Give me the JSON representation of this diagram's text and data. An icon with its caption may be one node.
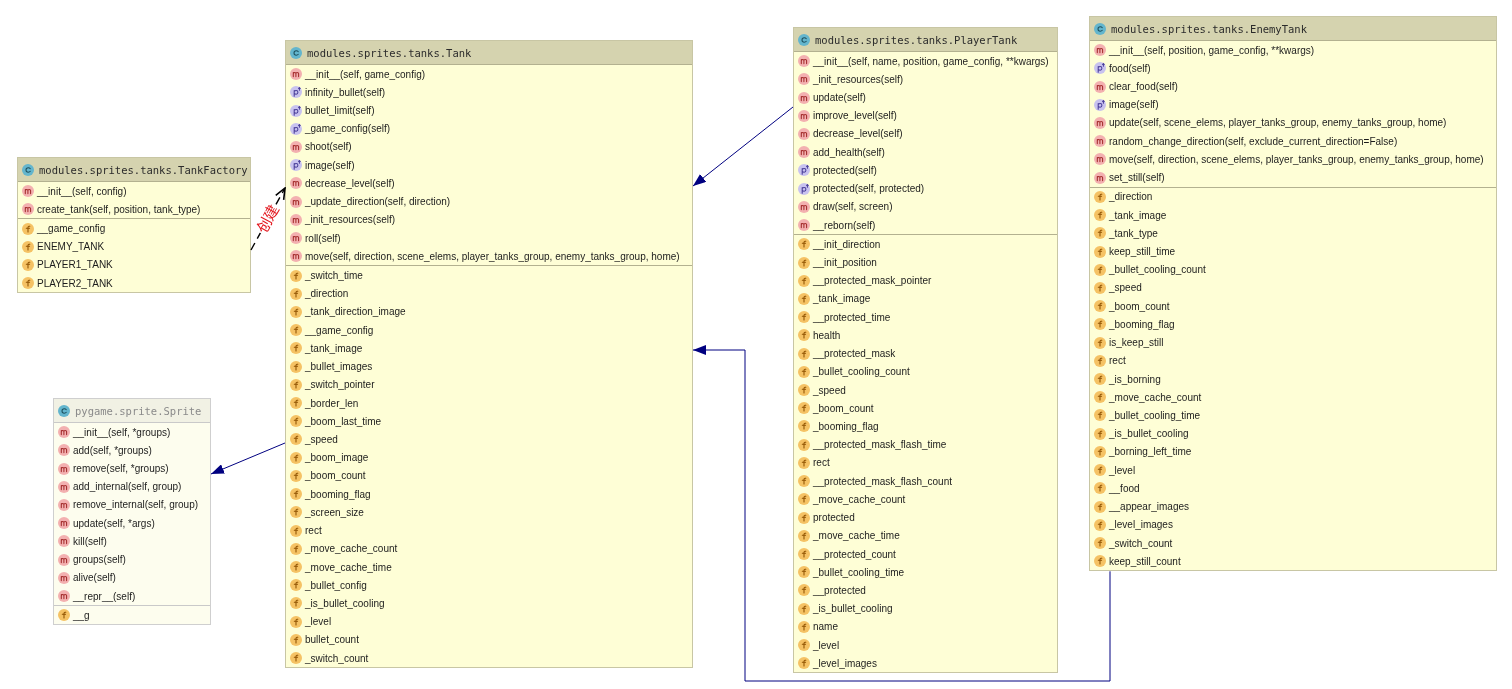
{
  "diagram": {
    "nodes": [
      {
        "text": [
          "modules.sprites.tanks.TankFactory"
        ]
      },
      {
        "text": [
          "__init__(self, config)",
          "create_tank(self, position, tank_type)"
        ],
        "in": 0
      },
      {
        "text": [
          "__game_config",
          "ENEMY_TANK",
          "PLAYER1_TANK",
          "PLAYER2_TANK"
        ],
        "in": 0
      },
      {
        "text": [
          "modules.sprites.tanks.Tank"
        ]
      },
      {
        "text": [
          "__init__(self, game_config)",
          "infinity_bullet(self)",
          "bullet_limit(self)",
          "_game_config(self)",
          "shoot(self)",
          "image(self)",
          "decrease_level(self)",
          "_update_direction(self, direction)",
          "_init_resources(self)",
          "roll(self)",
          "move(self, direction, scene_elems, player_tanks_group, enemy_tanks_group, home)"
        ],
        "in": 3
      },
      {
        "text": [
          "_switch_time",
          "_direction",
          "_tank_direction_image",
          "__game_config",
          "_tank_image",
          "_bullet_images",
          "_switch_pointer",
          "_border_len",
          "_boom_last_time",
          "_speed",
          "_boom_image",
          "_boom_count",
          "_booming_flag",
          "_screen_size",
          "rect",
          "_move_cache_count",
          "_move_cache_time",
          "_bullet_config",
          "_is_bullet_cooling",
          "_level",
          "bullet_count",
          "_switch_count"
        ],
        "in": 3
      },
      {
        "text": [
          "modules.sprites.tanks.PlayerTank"
        ]
      },
      {
        "text": [
          "__init__(self, name, position, game_config, **kwargs)",
          "_init_resources(self)",
          "update(self)",
          "improve_level(self)",
          "decrease_level(self)",
          "add_health(self)",
          "protected(self)",
          "protected(self, protected)",
          "draw(self, screen)",
          "__reborn(self)"
        ],
        "in": 6
      },
      {
        "text": [
          "__init_direction",
          "__init_position",
          "__protected_mask_pointer",
          "_tank_image",
          "__protected_time",
          "health",
          "__protected_mask",
          "_bullet_cooling_count",
          "_speed",
          "_boom_count",
          "_booming_flag",
          "__protected_mask_flash_time",
          "rect",
          "__protected_mask_flash_count",
          "_move_cache_count",
          "protected",
          "_move_cache_time",
          "__protected_count",
          "_bullet_cooling_time",
          "__protected",
          "_is_bullet_cooling",
          "name",
          "_level",
          "_level_images"
        ],
        "in": 6
      },
      {
        "text": [
          "modules.sprites.tanks.EnemyTank"
        ]
      },
      {
        "text": [
          "__init__(self, position, game_config, **kwargs)",
          "food(self)",
          "clear_food(self)",
          "image(self)",
          "update(self, scene_elems, player_tanks_group, enemy_tanks_group, home)",
          "random_change_direction(self, exclude_current_direction=False)",
          "move(self, direction, scene_elems, player_tanks_group, enemy_tanks_group, home)",
          "set_still(self)"
        ],
        "in": 9
      },
      {
        "text": [
          "_direction",
          "_tank_image",
          "_tank_type",
          "keep_still_time",
          "_bullet_cooling_count",
          "_speed",
          "_boom_count",
          "_booming_flag",
          "is_keep_still",
          "rect",
          "_is_borning",
          "_move_cache_count",
          "_bullet_cooling_time",
          "_is_bullet_cooling",
          "_borning_left_time",
          "_level",
          "__food",
          "__appear_images",
          "_level_images",
          "_switch_count",
          "keep_still_count"
        ],
        "in": 9
      },
      {
        "text": [
          "pygame.sprite.Sprite"
        ]
      },
      {
        "text": [
          "__init__(self, *groups)",
          "add(self, *groups)",
          "remove(self, *groups)",
          "add_internal(self, group)",
          "remove_internal(self, group)",
          "update(self, *args)",
          "kill(self)",
          "groups(self)",
          "alive(self)",
          "__repr__(self)"
        ],
        "in": 12
      },
      {
        "text": [
          "__g"
        ],
        "in": 12
      }
    ],
    "edges": [
      {
        "from": 0,
        "to": 3,
        "arrow": "to",
        "label": "创建",
        "style": "dashed",
        "color": "#000000"
      },
      {
        "from": 6,
        "to": 3,
        "arrow": "to"
      },
      {
        "from": 9,
        "to": 3,
        "arrow": "to"
      },
      {
        "from": 3,
        "to": 12,
        "arrow": "to"
      }
    ]
  }
}
